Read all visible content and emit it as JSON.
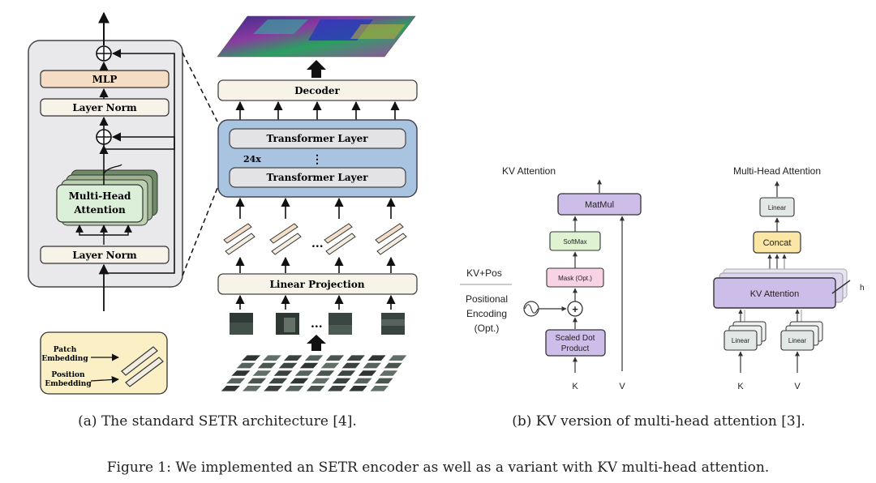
{
  "left_panel": {
    "block": {
      "mlp": "MLP",
      "layer_norm_top": "Layer Norm",
      "mha_line1": "Multi-Head",
      "mha_line2": "Attention",
      "layer_norm_bottom": "Layer Norm"
    },
    "legend": {
      "patch_line1": "Patch",
      "patch_line2": "Embedding",
      "position_line1": "Position",
      "position_line2": "Embedding"
    },
    "pipeline": {
      "decoder": "Decoder",
      "transformer_layer_top": "Transformer Layer",
      "repeat": "24x",
      "vdots": "⋮",
      "transformer_layer_bottom": "Transformer Layer",
      "linear_projection": "Linear Projection",
      "ellipsis": "..."
    },
    "caption": "(a) The standard SETR architecture [4]."
  },
  "right_panel": {
    "kv_title": "KV Attention",
    "matmul": "MatMul",
    "softmax": "SoftMax",
    "mask": "Mask (Opt.)",
    "scaled_line1": "Scaled Dot",
    "scaled_line2": "Product",
    "kvpos": "KV+Pos",
    "pe_line1": "Positional",
    "pe_line2": "Encoding",
    "pe_line3": "(Opt.)",
    "plus": "+",
    "k": "K",
    "v": "V",
    "mha_title": "Multi-Head Attention",
    "linear_top": "Linear",
    "concat": "Concat",
    "kv_attention": "KV Attention",
    "h": "h",
    "linear_left": "Linear",
    "linear_right": "Linear",
    "k2": "K",
    "v2": "V",
    "caption": "(b) KV version of multi-head attention [3]."
  },
  "figure_caption": "Figure 1: We implemented an SETR encoder as well as a variant with KV multi-head attention.",
  "colors": {
    "mlp": "#f5dcc4",
    "layer_norm": "#f7f3e8",
    "mha": "#dcefd8",
    "transformer_panel": "#a9c4e0",
    "legend_bg": "#fbefc6",
    "purple": "#cdbde9",
    "softmax": "#dff3d2",
    "mask": "#f8d3e6",
    "concat": "#fbe6a6"
  }
}
